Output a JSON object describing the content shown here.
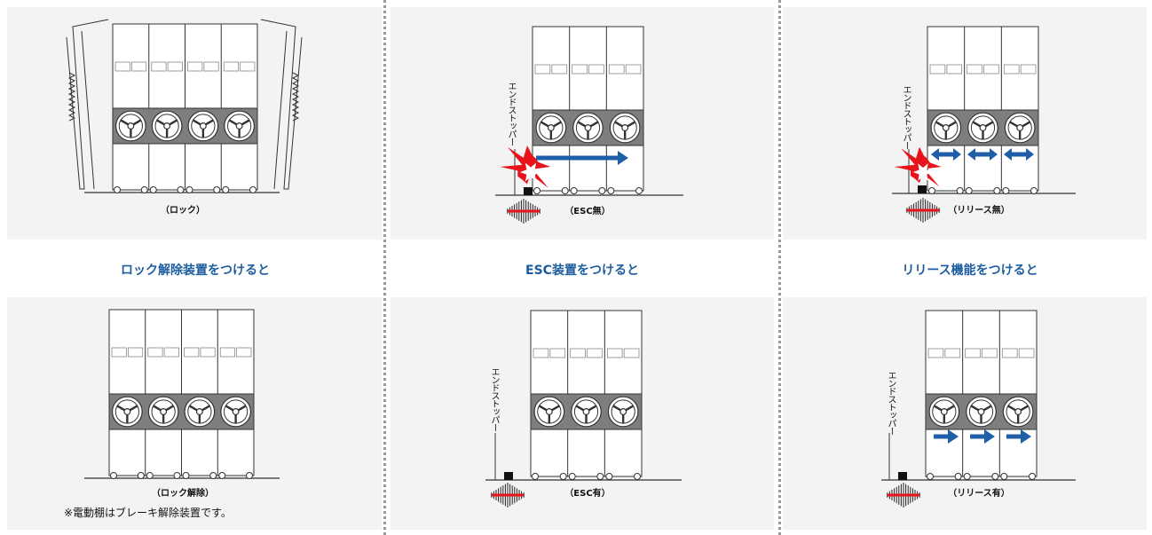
{
  "panels": {
    "tl_caption": "（ロック）",
    "tm_caption": "（ESC無）",
    "tr_caption": "（リリース無）",
    "bl_caption": "（ロック解除）",
    "bm_caption": "（ESC有）",
    "br_caption": "（リリース有）"
  },
  "bands": {
    "left": "ロック解除装置をつけると",
    "middle": "ESC装置をつけると",
    "right": "リリース機能をつけると"
  },
  "labels": {
    "end_stopper": "エンドストッパー"
  },
  "note": "※電動棚はブレーキ解除装置です。",
  "colors": {
    "accent": "#1d5d9f",
    "arrow": "#1f5ea8",
    "burst": "#e8141c",
    "panel_bg": "#f2f3f2",
    "fan_band": "#7e7e7e"
  },
  "icons": [
    "fan-icon",
    "burst-icon",
    "vibration-icon",
    "arrow-icon",
    "stopper-icon"
  ]
}
